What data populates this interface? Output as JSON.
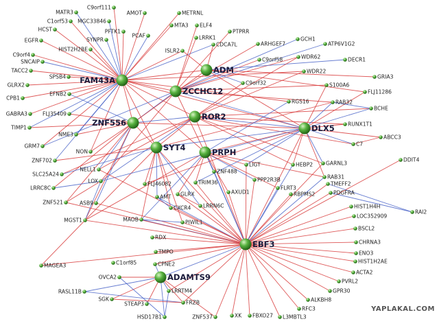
{
  "watermark": {
    "text": "YAPLAKAL.COM"
  },
  "colors": {
    "red_edge": "#d83a3a",
    "blue_edge": "#4a64c8",
    "node_light": "#b9e7a0",
    "node_mid": "#4fa83a",
    "node_dark": "#1f6014"
  },
  "hubs": [
    {
      "id": "FAM43A",
      "label": "FAM43A"
    },
    {
      "id": "ZCCHC12",
      "label": "ZCCHC12"
    },
    {
      "id": "ADM",
      "label": "ADM"
    },
    {
      "id": "ROR2",
      "label": "ROR2"
    },
    {
      "id": "ZNF556",
      "label": "ZNF556"
    },
    {
      "id": "SYT4",
      "label": "SYT4"
    },
    {
      "id": "PRPH",
      "label": "PRPH"
    },
    {
      "id": "DLX5",
      "label": "DLX5"
    },
    {
      "id": "EBF3",
      "label": "EBF3"
    },
    {
      "id": "ADAMTS9",
      "label": "ADAMTS9"
    }
  ],
  "genes": [
    {
      "id": "MATR3",
      "label": "MATR3"
    },
    {
      "id": "C9orf111",
      "label": "C9orf111"
    },
    {
      "id": "AMOT",
      "label": "AMOT"
    },
    {
      "id": "METRNL",
      "label": "METRNL"
    },
    {
      "id": "C1orf53",
      "label": "C1orf53"
    },
    {
      "id": "MGC33846",
      "label": "MGC33846"
    },
    {
      "id": "MTA3",
      "label": "MTA3"
    },
    {
      "id": "ELF4",
      "label": "ELF4"
    },
    {
      "id": "HCST",
      "label": "HCST"
    },
    {
      "id": "PFTK1",
      "label": "PFTK1"
    },
    {
      "id": "PCAF",
      "label": "PCAF"
    },
    {
      "id": "LRRK1",
      "label": "LRRK1"
    },
    {
      "id": "PTPRR",
      "label": "PTPRR"
    },
    {
      "id": "GCH1",
      "label": "GCH1"
    },
    {
      "id": "EGFR",
      "label": "EGFR"
    },
    {
      "id": "SYNPR",
      "label": "SYNPR"
    },
    {
      "id": "CDCA7L",
      "label": "CDCA7L"
    },
    {
      "id": "ARHGEF7",
      "label": "ARHGEF7"
    },
    {
      "id": "ATP6V1G2",
      "label": "ATP6V1G2"
    },
    {
      "id": "C9orf4",
      "label": "C9orf4"
    },
    {
      "id": "HIST2H2BE",
      "label": "HIST2H2BE"
    },
    {
      "id": "ISLR2",
      "label": "ISLR2"
    },
    {
      "id": "WDR62",
      "label": "WDR62"
    },
    {
      "id": "SNCAIP",
      "label": "SNCAIP"
    },
    {
      "id": "C9orf58",
      "label": "C9orf58"
    },
    {
      "id": "DECR1",
      "label": "DECR1"
    },
    {
      "id": "TACC2",
      "label": "TACC2"
    },
    {
      "id": "WDR22",
      "label": "WDR22"
    },
    {
      "id": "SPSB4",
      "label": "SPSB4"
    },
    {
      "id": "GRIA3",
      "label": "GRIA3"
    },
    {
      "id": "GLRX2",
      "label": "GLRX2"
    },
    {
      "id": "C9orf32",
      "label": "C9orf32"
    },
    {
      "id": "S100A6",
      "label": "S100A6"
    },
    {
      "id": "FLJ11286",
      "label": "FLJ11286"
    },
    {
      "id": "CPB1",
      "label": "CPB1"
    },
    {
      "id": "EFNB2",
      "label": "EFNB2"
    },
    {
      "id": "RGS16",
      "label": "RGS16"
    },
    {
      "id": "RAB32",
      "label": "RAB32"
    },
    {
      "id": "BCHE",
      "label": "BCHE"
    },
    {
      "id": "GABRA3",
      "label": "GABRA3"
    },
    {
      "id": "FLJ35409",
      "label": "FLJ35409"
    },
    {
      "id": "TIMP1",
      "label": "TIMP1"
    },
    {
      "id": "RUNX1T1",
      "label": "RUNX1T1"
    },
    {
      "id": "NME3",
      "label": "NME3"
    },
    {
      "id": "ABCC3",
      "label": "ABCC3"
    },
    {
      "id": "GRM7",
      "label": "GRM7"
    },
    {
      "id": "C7",
      "label": "C7"
    },
    {
      "id": "DDIT4",
      "label": "DDIT4"
    },
    {
      "id": "NON",
      "label": "NON"
    },
    {
      "id": "ZNF702",
      "label": "ZNF702"
    },
    {
      "id": "NELL1",
      "label": "NELL1"
    },
    {
      "id": "ZNF488",
      "label": "ZNF488"
    },
    {
      "id": "LIGT",
      "label": "LIGT"
    },
    {
      "id": "HEBP2",
      "label": "HEBP2"
    },
    {
      "id": "GARNL3",
      "label": "GARNL3"
    },
    {
      "id": "SLC25A24",
      "label": "SLC25A24"
    },
    {
      "id": "FLJ46082",
      "label": "FLJ46082"
    },
    {
      "id": "TRIM36",
      "label": "TRIM36"
    },
    {
      "id": "PPP2R3B",
      "label": "PPP2R3B"
    },
    {
      "id": "RAB31",
      "label": "RAB31"
    },
    {
      "id": "LRRC8C",
      "label": "LRRC8C"
    },
    {
      "id": "LOX",
      "label": "LOX"
    },
    {
      "id": "GLRX",
      "label": "GLRX"
    },
    {
      "id": "AXUD1",
      "label": "AXUD1"
    },
    {
      "id": "FLRT3",
      "label": "FLRT3"
    },
    {
      "id": "TMEFF2",
      "label": "TMEFF2"
    },
    {
      "id": "ZNF521",
      "label": "ZNF521"
    },
    {
      "id": "ASB9",
      "label": "ASB9"
    },
    {
      "id": "AMT",
      "label": "AMT"
    },
    {
      "id": "RBPMS2",
      "label": "RBPMS2"
    },
    {
      "id": "PDGFRA",
      "label": "PDGFRA"
    },
    {
      "id": "CXCR4",
      "label": "CXCR4"
    },
    {
      "id": "LRRN6C",
      "label": "LRRN6C"
    },
    {
      "id": "HIST1H4H",
      "label": "HIST1H4H"
    },
    {
      "id": "RAI2",
      "label": "RAI2"
    },
    {
      "id": "MGST1",
      "label": "MGST1"
    },
    {
      "id": "MAOB",
      "label": "MAOB"
    },
    {
      "id": "PIWIL1",
      "label": "PIWIL1"
    },
    {
      "id": "LOC352909",
      "label": "LOC352909"
    },
    {
      "id": "BSCL2",
      "label": "BSCL2"
    },
    {
      "id": "RDX",
      "label": "RDX"
    },
    {
      "id": "CHRNA3",
      "label": "CHRNA3"
    },
    {
      "id": "TMPO",
      "label": "TMPO"
    },
    {
      "id": "ENO3",
      "label": "ENO3"
    },
    {
      "id": "MAGEA3",
      "label": "MAGEA3"
    },
    {
      "id": "C1orf85",
      "label": "C1orf85"
    },
    {
      "id": "CPNE2",
      "label": "CPNE2"
    },
    {
      "id": "HIST1H2AE",
      "label": "HIST1H2AE"
    },
    {
      "id": "ACTA2",
      "label": "ACTA2"
    },
    {
      "id": "OVCA2",
      "label": "OVCA2"
    },
    {
      "id": "PVRL2",
      "label": "PVRL2"
    },
    {
      "id": "RASL11B",
      "label": "RASL11B"
    },
    {
      "id": "LRRTM4",
      "label": "LRRTM4"
    },
    {
      "id": "GPR30",
      "label": "GPR30"
    },
    {
      "id": "SGK",
      "label": "SGK"
    },
    {
      "id": "ALKBH8",
      "label": "ALKBH8"
    },
    {
      "id": "STEAP3",
      "label": "STEAP3"
    },
    {
      "id": "FRZB",
      "label": "FRZB"
    },
    {
      "id": "RFC3",
      "label": "RFC3"
    },
    {
      "id": "HSD17B1",
      "label": "HSD17B1"
    },
    {
      "id": "ZNF537",
      "label": "ZNF537"
    },
    {
      "id": "XK",
      "label": "XK"
    },
    {
      "id": "FBXO27",
      "label": "FBXO27"
    },
    {
      "id": "L3MBTL3",
      "label": "L3MBTL3"
    }
  ],
  "edges": [
    [
      "FAM43A",
      "MATR3",
      "b"
    ],
    [
      "FAM43A",
      "C1orf53",
      "r"
    ],
    [
      "FAM43A",
      "MGC33846",
      "b"
    ],
    [
      "FAM43A",
      "HCST",
      "r"
    ],
    [
      "FAM43A",
      "EGFR",
      "r"
    ],
    [
      "FAM43A",
      "C9orf4",
      "r"
    ],
    [
      "FAM43A",
      "SNCAIP",
      "b"
    ],
    [
      "FAM43A",
      "TACC2",
      "r"
    ],
    [
      "FAM43A",
      "GLRX2",
      "r"
    ],
    [
      "FAM43A",
      "CPB1",
      "r"
    ],
    [
      "FAM43A",
      "GABRA3",
      "r"
    ],
    [
      "FAM43A",
      "TIMP1",
      "b"
    ],
    [
      "FAM43A",
      "SPSB4",
      "r"
    ],
    [
      "FAM43A",
      "EFNB2",
      "r"
    ],
    [
      "FAM43A",
      "FLJ35409",
      "b"
    ],
    [
      "FAM43A",
      "SYNPR",
      "b"
    ],
    [
      "FAM43A",
      "HIST2H2BE",
      "r"
    ],
    [
      "FAM43A",
      "PFTK1",
      "r"
    ],
    [
      "FAM43A",
      "C9orf111",
      "r"
    ],
    [
      "FAM43A",
      "AMOT",
      "r"
    ],
    [
      "FAM43A",
      "METRNL",
      "r"
    ],
    [
      "FAM43A",
      "MTA3",
      "r"
    ],
    [
      "FAM43A",
      "PCAF",
      "b"
    ],
    [
      "FAM43A",
      "ISLR2",
      "r"
    ],
    [
      "FAM43A",
      "ZCCHC12",
      "r"
    ],
    [
      "FAM43A",
      "ZNF556",
      "r"
    ],
    [
      "FAM43A",
      "ROR2",
      "r"
    ],
    [
      "FAM43A",
      "ADM",
      "r"
    ],
    [
      "FAM43A",
      "DLX5",
      "r"
    ],
    [
      "FAM43A",
      "SYT4",
      "r"
    ],
    [
      "FAM43A",
      "NME3",
      "b"
    ],
    [
      "FAM43A",
      "GRM7",
      "r"
    ],
    [
      "FAM43A",
      "PRPH",
      "r"
    ],
    [
      "FAM43A",
      "CDCA7L",
      "b"
    ],
    [
      "FAM43A",
      "RGS16",
      "r"
    ],
    [
      "FAM43A",
      "WDR22",
      "r"
    ],
    [
      "FAM43A",
      "NON",
      "r"
    ],
    [
      "FAM43A",
      "ZNF702",
      "b"
    ],
    [
      "ZCCHC12",
      "PTPRR",
      "r"
    ],
    [
      "ZCCHC12",
      "LRRK1",
      "r"
    ],
    [
      "ZCCHC12",
      "ELF4",
      "r"
    ],
    [
      "ZCCHC12",
      "ARHGEF7",
      "r"
    ],
    [
      "ZCCHC12",
      "GCH1",
      "b"
    ],
    [
      "ZCCHC12",
      "ATP6V1G2",
      "b"
    ],
    [
      "ZCCHC12",
      "WDR62",
      "r"
    ],
    [
      "ZCCHC12",
      "C9orf58",
      "r"
    ],
    [
      "ZCCHC12",
      "DLX5",
      "b"
    ],
    [
      "ZCCHC12",
      "ZNF556",
      "b"
    ],
    [
      "ZCCHC12",
      "RAB32",
      "r"
    ],
    [
      "ZCCHC12",
      "S100A6",
      "r"
    ],
    [
      "ZCCHC12",
      "ZNF488",
      "r"
    ],
    [
      "ZCCHC12",
      "GRM7",
      "b"
    ],
    [
      "ZCCHC12",
      "LOX",
      "r"
    ],
    [
      "ADM",
      "ISLR2",
      "r"
    ],
    [
      "ADM",
      "CDCA7L",
      "r"
    ],
    [
      "ADM",
      "DECR1",
      "b"
    ],
    [
      "ADM",
      "GRIA3",
      "r"
    ],
    [
      "ADM",
      "FLJ11286",
      "r"
    ],
    [
      "ADM",
      "C9orf32",
      "b"
    ],
    [
      "ADM",
      "DLX5",
      "r"
    ],
    [
      "ADM",
      "ZNF556",
      "r"
    ],
    [
      "ROR2",
      "C9orf32",
      "r"
    ],
    [
      "ROR2",
      "WDR62",
      "r"
    ],
    [
      "ROR2",
      "WDR22",
      "r"
    ],
    [
      "ROR2",
      "BCHE",
      "r"
    ],
    [
      "ROR2",
      "RUNX1T1",
      "r"
    ],
    [
      "ROR2",
      "DLX5",
      "b"
    ],
    [
      "ROR2",
      "SYT4",
      "r"
    ],
    [
      "ROR2",
      "ZNF556",
      "b"
    ],
    [
      "ROR2",
      "GARNL3",
      "r"
    ],
    [
      "ROR2",
      "HEBP2",
      "r"
    ],
    [
      "ROR2",
      "NELL1",
      "r"
    ],
    [
      "ROR2",
      "SLC25A24",
      "r"
    ],
    [
      "ROR2",
      "LOX",
      "b"
    ],
    [
      "ROR2",
      "C7",
      "r"
    ],
    [
      "ROR2",
      "EBF3",
      "r"
    ],
    [
      "ZNF556",
      "NME3",
      "r"
    ],
    [
      "ZNF556",
      "NON",
      "r"
    ],
    [
      "ZNF556",
      "NELL1",
      "b"
    ],
    [
      "ZNF556",
      "LRRC8C",
      "r"
    ],
    [
      "ZNF556",
      "ZNF521",
      "r"
    ],
    [
      "ZNF556",
      "ASB9",
      "b"
    ],
    [
      "ZNF556",
      "SYT4",
      "r"
    ],
    [
      "ZNF556",
      "TIMP1",
      "r"
    ],
    [
      "ZNF556",
      "FLJ35409",
      "r"
    ],
    [
      "ZNF556",
      "EFNB2",
      "b"
    ],
    [
      "ZNF556",
      "MGST1",
      "r"
    ],
    [
      "ZNF556",
      "DLX5",
      "r"
    ],
    [
      "SYT4",
      "FLJ46082",
      "r"
    ],
    [
      "SYT4",
      "AMT",
      "b"
    ],
    [
      "SYT4",
      "CXCR4",
      "r"
    ],
    [
      "SYT4",
      "MAOB",
      "r"
    ],
    [
      "SYT4",
      "PIWIL1",
      "r"
    ],
    [
      "SYT4",
      "LRRN6C",
      "b"
    ],
    [
      "SYT4",
      "DLX5",
      "b"
    ],
    [
      "SYT4",
      "RAB32",
      "r"
    ],
    [
      "SYT4",
      "ZNF702",
      "r"
    ],
    [
      "SYT4",
      "SLC25A24",
      "b"
    ],
    [
      "SYT4",
      "MGST1",
      "r"
    ],
    [
      "SYT4",
      "EBF3",
      "r"
    ],
    [
      "PRPH",
      "ZNF488",
      "b"
    ],
    [
      "PRPH",
      "TRIM36",
      "r"
    ],
    [
      "PRPH",
      "GLRX",
      "r"
    ],
    [
      "PRPH",
      "AXUD1",
      "r"
    ],
    [
      "PRPH",
      "PPP2R3B",
      "b"
    ],
    [
      "PRPH",
      "LIGT",
      "r"
    ],
    [
      "PRPH",
      "DLX5",
      "r"
    ],
    [
      "PRPH",
      "RGS16",
      "b"
    ],
    [
      "PRPH",
      "RAB31",
      "r"
    ],
    [
      "PRPH",
      "FLRT3",
      "r"
    ],
    [
      "PRPH",
      "MAOB",
      "b"
    ],
    [
      "PRPH",
      "MGST1",
      "r"
    ],
    [
      "PRPH",
      "EBF3",
      "b"
    ],
    [
      "DLX5",
      "BCHE",
      "b"
    ],
    [
      "DLX5",
      "FLJ11286",
      "r"
    ],
    [
      "DLX5",
      "RAB32",
      "b"
    ],
    [
      "DLX5",
      "S100A6",
      "r"
    ],
    [
      "DLX5",
      "RUNX1T1",
      "r"
    ],
    [
      "DLX5",
      "C7",
      "b"
    ],
    [
      "DLX5",
      "ABCC3",
      "r"
    ],
    [
      "DLX5",
      "GARNL3",
      "b"
    ],
    [
      "DLX5",
      "HEBP2",
      "r"
    ],
    [
      "DLX5",
      "RAB31",
      "r"
    ],
    [
      "DLX5",
      "TRIM36",
      "b"
    ],
    [
      "DLX5",
      "LIGT",
      "b"
    ],
    [
      "DLX5",
      "FLJ46082",
      "r"
    ],
    [
      "DLX5",
      "EBF3",
      "r"
    ],
    [
      "DLX5",
      "LOX",
      "b"
    ],
    [
      "EBF3",
      "MGST1",
      "r"
    ],
    [
      "EBF3",
      "AMT",
      "b"
    ],
    [
      "EBF3",
      "CXCR4",
      "r"
    ],
    [
      "EBF3",
      "MAOB",
      "b"
    ],
    [
      "EBF3",
      "PIWIL1",
      "r"
    ],
    [
      "EBF3",
      "LRRN6C",
      "r"
    ],
    [
      "EBF3",
      "GLRX",
      "r"
    ],
    [
      "EBF3",
      "AXUD1",
      "r"
    ],
    [
      "EBF3",
      "PPP2R3B",
      "r"
    ],
    [
      "EBF3",
      "FLRT3",
      "b"
    ],
    [
      "EBF3",
      "RBPMS2",
      "r"
    ],
    [
      "EBF3",
      "TMEFF2",
      "r"
    ],
    [
      "EBF3",
      "PDGFRA",
      "r"
    ],
    [
      "EBF3",
      "HIST1H4H",
      "r"
    ],
    [
      "EBF3",
      "LOC352909",
      "r"
    ],
    [
      "EBF3",
      "BSCL2",
      "r"
    ],
    [
      "EBF3",
      "CHRNA3",
      "r"
    ],
    [
      "EBF3",
      "ENO3",
      "r"
    ],
    [
      "EBF3",
      "HIST1H2AE",
      "r"
    ],
    [
      "EBF3",
      "ACTA2",
      "r"
    ],
    [
      "EBF3",
      "PVRL2",
      "r"
    ],
    [
      "EBF3",
      "GPR30",
      "r"
    ],
    [
      "EBF3",
      "ALKBH8",
      "r"
    ],
    [
      "EBF3",
      "RFC3",
      "r"
    ],
    [
      "EBF3",
      "L3MBTL3",
      "r"
    ],
    [
      "EBF3",
      "FBXO27",
      "r"
    ],
    [
      "EBF3",
      "XK",
      "r"
    ],
    [
      "EBF3",
      "ZNF537",
      "r"
    ],
    [
      "EBF3",
      "FRZB",
      "r"
    ],
    [
      "EBF3",
      "LRRTM4",
      "r"
    ],
    [
      "EBF3",
      "RDX",
      "r"
    ],
    [
      "EBF3",
      "TMPO",
      "r"
    ],
    [
      "EBF3",
      "CPNE2",
      "r"
    ],
    [
      "EBF3",
      "MAGEA3",
      "r"
    ],
    [
      "EBF3",
      "DDIT4",
      "r"
    ],
    [
      "EBF3",
      "RAB31",
      "b"
    ],
    [
      "EBF3",
      "ZNF488",
      "b"
    ],
    [
      "EBF3",
      "TRIM36",
      "r"
    ],
    [
      "EBF3",
      "LIGT",
      "r"
    ],
    [
      "EBF3",
      "HEBP2",
      "b"
    ],
    [
      "EBF3",
      "GARNL3",
      "r"
    ],
    [
      "EBF3",
      "ADAMTS9",
      "b"
    ],
    [
      "EBF3",
      "NELL1",
      "r"
    ],
    [
      "EBF3",
      "ZNF521",
      "r"
    ],
    [
      "EBF3",
      "ASB9",
      "r"
    ],
    [
      "ADAMTS9",
      "OVCA2",
      "r"
    ],
    [
      "ADAMTS9",
      "RASL11B",
      "b"
    ],
    [
      "ADAMTS9",
      "SGK",
      "r"
    ],
    [
      "ADAMTS9",
      "STEAP3",
      "r"
    ],
    [
      "ADAMTS9",
      "LRRTM4",
      "b"
    ],
    [
      "ADAMTS9",
      "FRZB",
      "r"
    ],
    [
      "ADAMTS9",
      "HSD17B1",
      "b"
    ],
    [
      "ADAMTS9",
      "ZNF537",
      "r"
    ],
    [
      "ADAMTS9",
      "CPNE2",
      "b"
    ],
    [
      "RASL11B",
      "FRZB",
      "b"
    ],
    [
      "OVCA2",
      "HSD17B1",
      "b"
    ],
    [
      "SGK",
      "FRZB",
      "r"
    ],
    [
      "LRRTM4",
      "HSD17B1",
      "b"
    ],
    [
      "PDGFRA",
      "RAI2",
      "b"
    ],
    [
      "TMEFF2",
      "RAI2",
      "b"
    ],
    [
      "RAB32",
      "BCHE",
      "b"
    ],
    [
      "ABCC3",
      "C7",
      "r"
    ],
    [
      "MGST1",
      "LOX",
      "b"
    ],
    [
      "MGST1",
      "MAGEA3",
      "r"
    ],
    [
      "ZNF521",
      "LOX",
      "r"
    ],
    [
      "LRRC8C",
      "LOX",
      "b"
    ],
    [
      "PIWIL1",
      "MAOB",
      "b"
    ],
    [
      "AMT",
      "CXCR4",
      "b"
    ],
    [
      "GLRX",
      "LRRN6C",
      "r"
    ]
  ]
}
